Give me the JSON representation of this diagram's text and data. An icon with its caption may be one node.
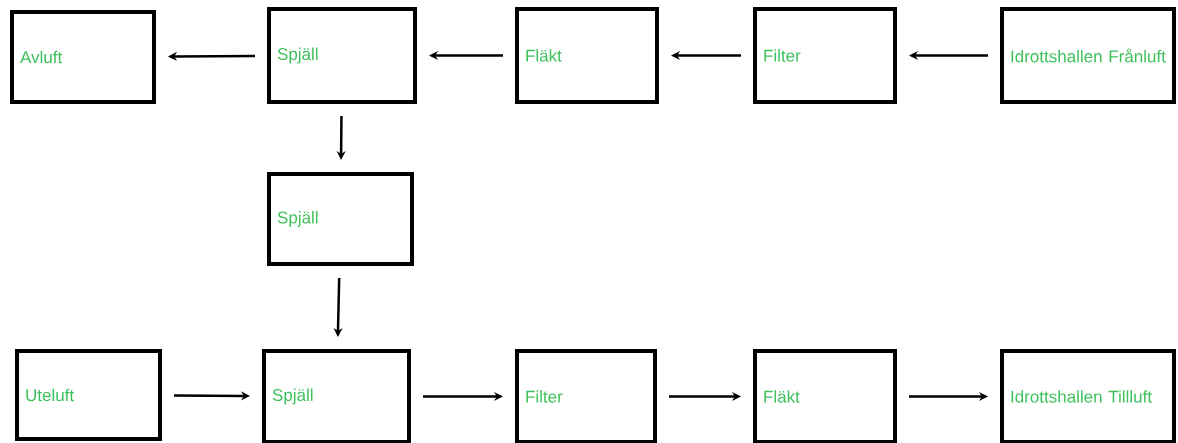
{
  "diagram": {
    "nodes": [
      {
        "text": [
          "Avluft"
        ]
      },
      {
        "text": [
          "Spjäll"
        ]
      },
      {
        "text": [
          "Fläkt"
        ]
      },
      {
        "text": [
          "Filter"
        ]
      },
      {
        "text": [
          "Idrottshallen Frånluft"
        ]
      },
      {
        "text": [
          "Spjäll"
        ]
      },
      {
        "text": [
          "Uteluft"
        ]
      },
      {
        "text": [
          "Spjäll"
        ]
      },
      {
        "text": [
          "Filter"
        ]
      },
      {
        "text": [
          "Fläkt"
        ]
      },
      {
        "text": [
          "Idrottshallen Tillluft"
        ]
      }
    ],
    "edges": [
      {
        "from": 4,
        "to": 3,
        "arrow": "to"
      },
      {
        "from": 3,
        "to": 2,
        "arrow": "to"
      },
      {
        "from": 2,
        "to": 1,
        "arrow": "to"
      },
      {
        "from": 1,
        "to": 0,
        "arrow": "to"
      },
      {
        "from": 1,
        "to": 5,
        "arrow": "to"
      },
      {
        "from": 5,
        "to": 7,
        "arrow": "to"
      },
      {
        "from": 6,
        "to": 7,
        "arrow": "to"
      },
      {
        "from": 7,
        "to": 8,
        "arrow": "to"
      },
      {
        "from": 8,
        "to": 9,
        "arrow": "to"
      },
      {
        "from": 9,
        "to": 10,
        "arrow": "to"
      }
    ]
  }
}
